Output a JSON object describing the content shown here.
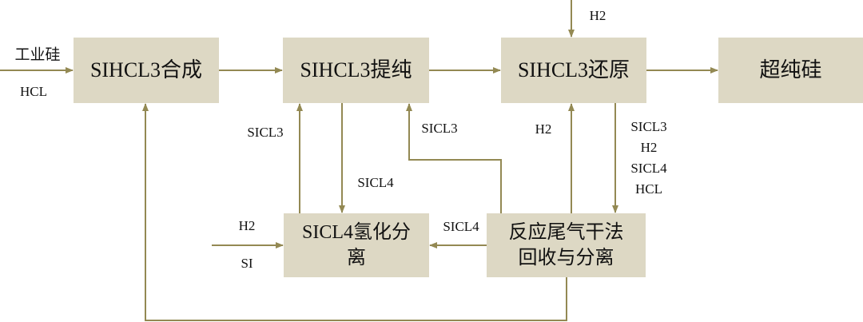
{
  "colors": {
    "box": "#DDD8C4",
    "line": "#938953"
  },
  "boxes": {
    "synthesis": "SIHCL3合成",
    "purification": "SIHCL3提纯",
    "reduction": "SIHCL3还原",
    "ultrapure": "超纯硅",
    "hydrogenation_line1": "SICL4氢化分",
    "hydrogenation_line2": "离",
    "recovery_line1": "反应尾气干法",
    "recovery_line2": "回收与分离"
  },
  "labels": {
    "industrial_si": "工业硅",
    "hcl_in": "HCL",
    "h2_top": "H2",
    "sicl4_down": "SICL4",
    "sicl3_up": "SICL3",
    "sicl3_recycle": "SICL3",
    "h2_up": "H2",
    "reduction_out": [
      "SICL3",
      "H2",
      "SICL4",
      "HCL"
    ],
    "sicl4_left": "SICL4",
    "h2_in": "H2",
    "si_in": "SI"
  }
}
